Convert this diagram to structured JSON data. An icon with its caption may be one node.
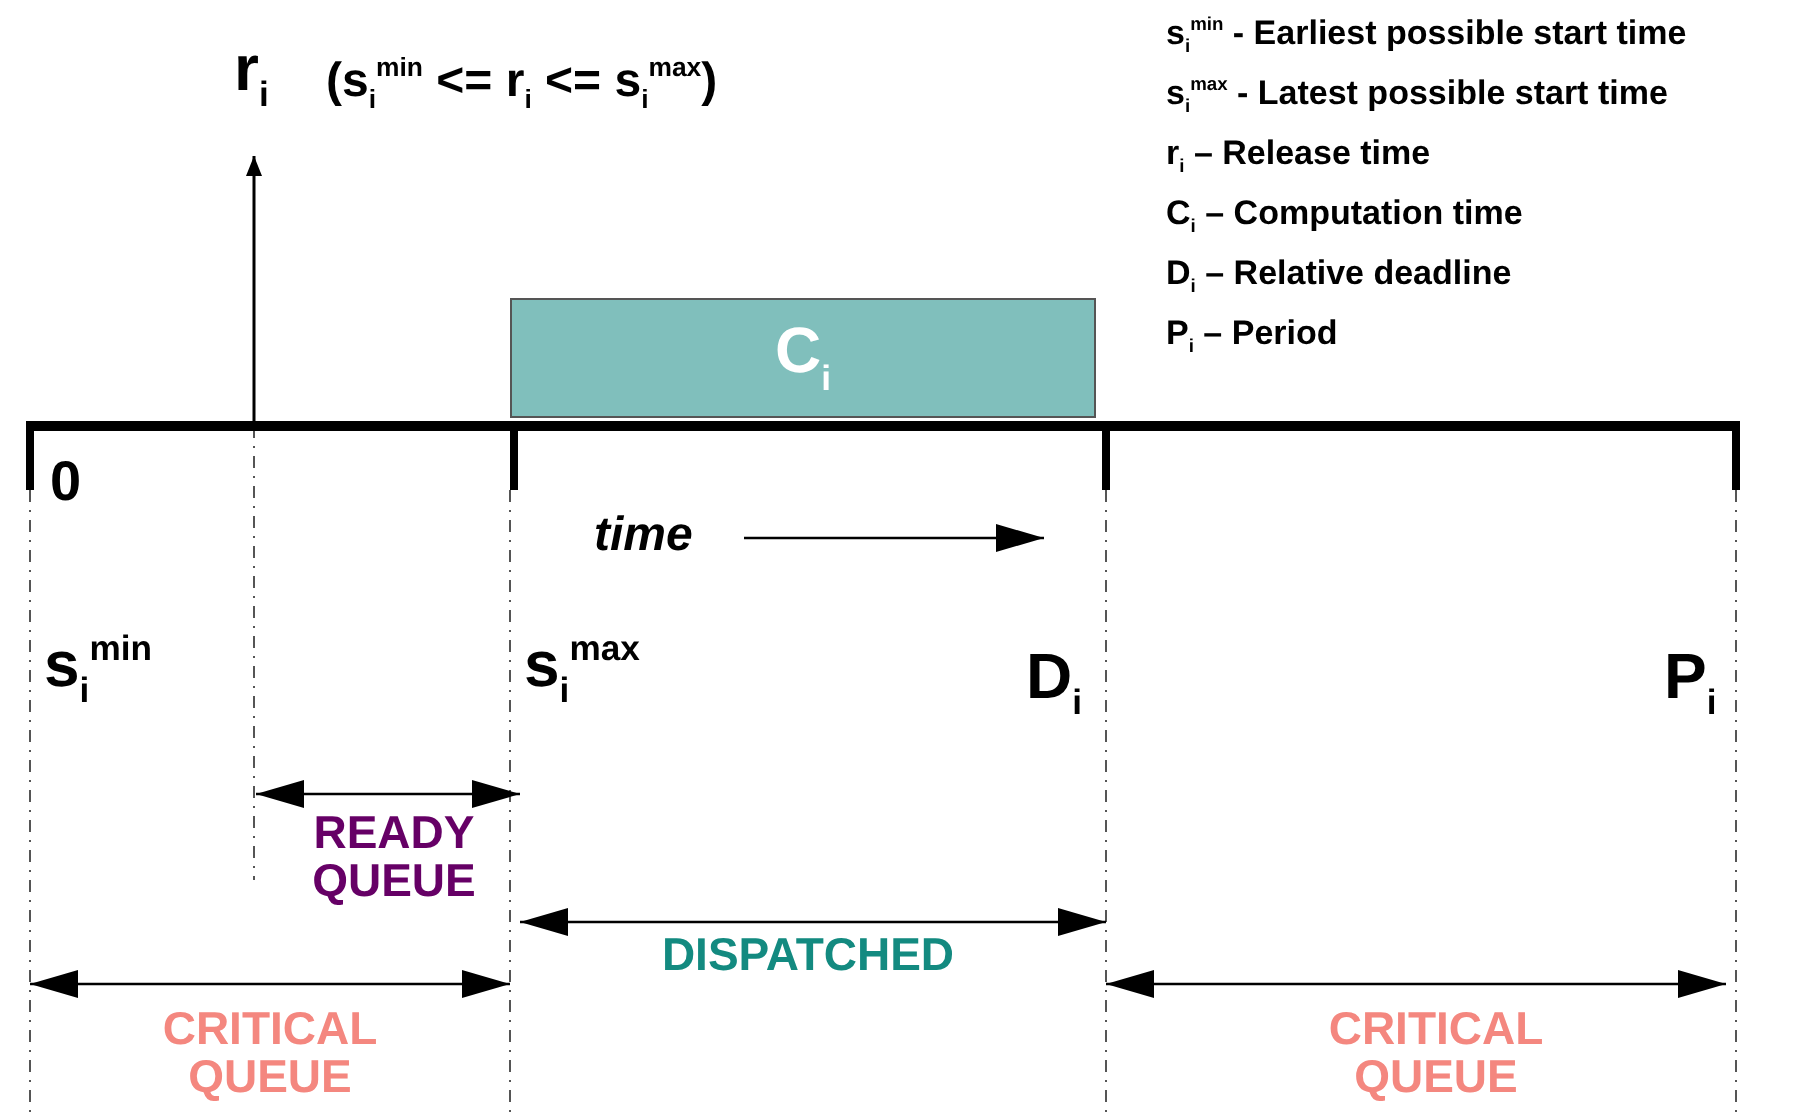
{
  "diagram": {
    "nodes": [
      {
        "text": [
          "C$_{i}$"
        ]
      }
    ],
    "edges": [],
    "labels": [
      "r$_{i}$",
      "(s$_{i}$$^{min}$ <= r$_{i}$ <= s$_{i}$$^{max}$)",
      "s$_{i}$$^{min}$ - Earliest possible start time",
      "s$_{i}$$^{max}$ - Latest possible start time",
      "r$_{i}$ – Release time",
      "C$_{i}$ – Computation time",
      "D$_{i}$ – Relative deadline",
      "P$_{i}$ – Period",
      "0",
      "time",
      "s$_{i}$$^{min}$",
      "s$_{i}$$^{max}$",
      "D$_{i}$",
      "P$_{i}$",
      "READY QUEUE",
      "DISPATCHED",
      "CRITICAL QUEUE",
      "CRITICAL QUEUE"
    ]
  }
}
